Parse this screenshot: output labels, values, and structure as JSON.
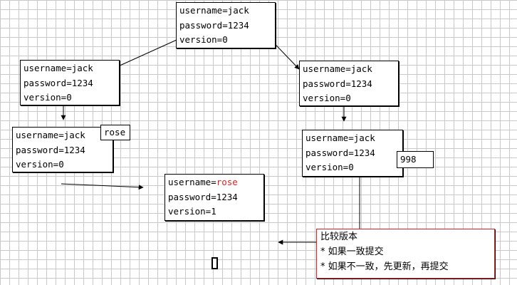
{
  "boxes": {
    "top": {
      "username": "username=jack",
      "password": "password=1234",
      "version": "version=0"
    },
    "left_read": {
      "username": "username=jack",
      "password": "password=1234",
      "version": "version=0"
    },
    "right_read": {
      "username": "username=jack",
      "password": "password=1234",
      "version": "version=0"
    },
    "left_edit": {
      "username": "username=jack",
      "password": "password=1234",
      "version": "version=0"
    },
    "right_edit": {
      "username": "username=jack",
      "password": "password=1234",
      "version": "version=0"
    },
    "result": {
      "username_key": "username=",
      "username_value": "rose",
      "password": "password=1234",
      "version": "version=1"
    }
  },
  "edits": {
    "left": "rose",
    "right": "998"
  },
  "compare": {
    "title": "比较版本",
    "line1": "* 如果一致提交",
    "line2": "* 如果不一致，先更新，再提交"
  },
  "colors": {
    "grid": "#c8c8c8",
    "highlight": "#e02020"
  }
}
